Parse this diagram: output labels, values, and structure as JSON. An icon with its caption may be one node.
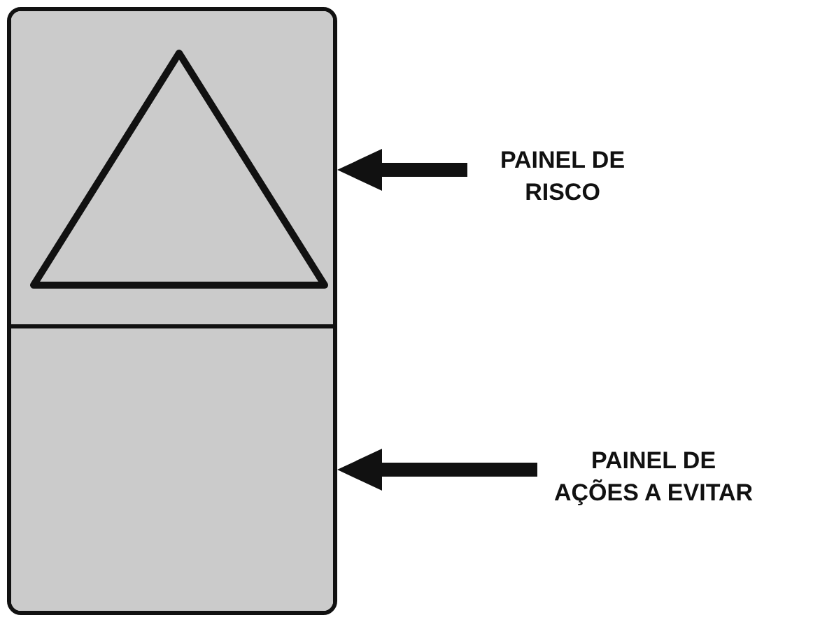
{
  "diagram": {
    "nodes": [
      {
        "text": [],
        "shape": "box"
      },
      {
        "text": [],
        "shape": "box"
      },
      {
        "text": [
          "PAINEL DE RISCO"
        ]
      },
      {
        "text": [
          "PAINEL DE AÇÕES A EVITAR"
        ]
      }
    ],
    "edges": [
      {
        "from": 2,
        "to": 0,
        "arrow": "to"
      },
      {
        "from": 3,
        "to": 1,
        "arrow": "to"
      }
    ]
  }
}
